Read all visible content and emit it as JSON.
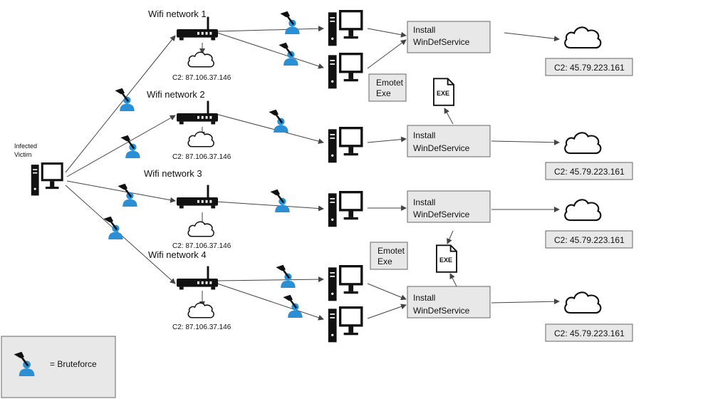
{
  "victim": {
    "label_line1": "Infected",
    "label_line2": "Victim"
  },
  "networks": [
    {
      "name": "Wifi network 1",
      "c2": "C2: 87.106.37.146"
    },
    {
      "name": "Wifi network 2",
      "c2": "C2: 87.106.37.146"
    },
    {
      "name": "Wifi network 3",
      "c2": "C2: 87.106.37.146"
    },
    {
      "name": "Wifi network 4",
      "c2": "C2: 87.106.37.146"
    }
  ],
  "install_box": {
    "line1": "Install",
    "line2": "WinDefService"
  },
  "emotet_box": {
    "line1": "Emotet",
    "line2": "Exe"
  },
  "exe_icon_label": "EXE",
  "remote_c2": [
    "C2: 45.79.223.161",
    "C2: 45.79.223.161",
    "C2: 45.79.223.161",
    "C2: 45.79.223.161"
  ],
  "legend": {
    "text": "= Bruteforce"
  },
  "icons": {
    "computer": "desktop-computer-icon",
    "router": "wifi-router-icon",
    "cloud": "cloud-icon",
    "attacker": "bruteforce-hammer-user-icon",
    "file": "exe-file-icon"
  },
  "colors": {
    "user": "#2b8fd6",
    "box_fill": "#e8e8e8",
    "line": "#444444"
  }
}
